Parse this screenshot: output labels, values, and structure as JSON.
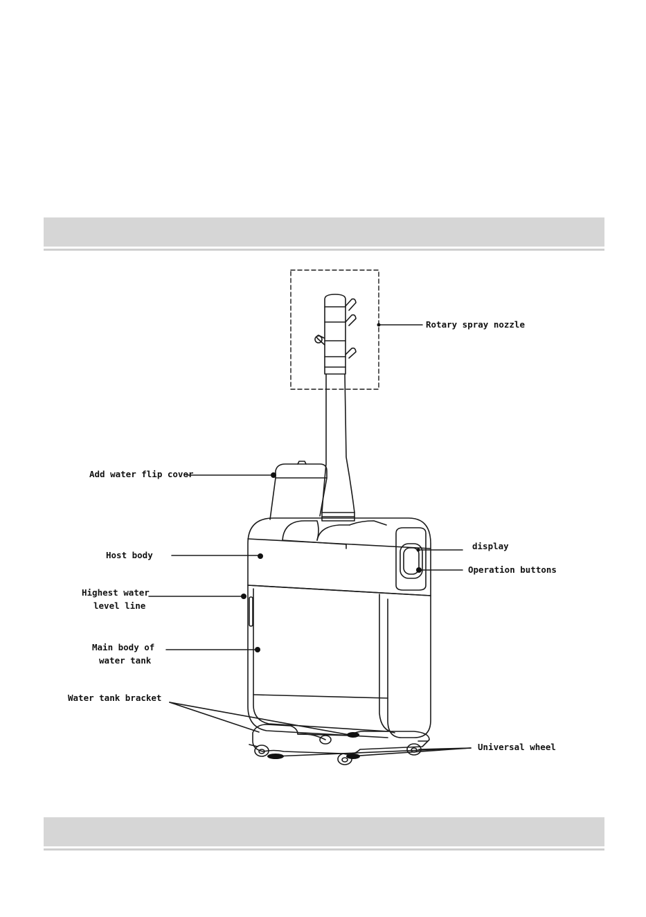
{
  "labels": {
    "rotary_spray_nozzle": "Rotary spray nozzle",
    "add_water_flip_cover": "Add water flip cover",
    "host_body": "Host body",
    "highest_water_level_line_1": "Highest water",
    "highest_water_level_line_2": "level line",
    "main_body_of_water_tank_1": "Main body of",
    "main_body_of_water_tank_2": "water tank",
    "water_tank_bracket": "Water tank bracket",
    "display": "display",
    "operation_buttons": "Operation buttons",
    "universal_wheel": "Universal wheel"
  }
}
